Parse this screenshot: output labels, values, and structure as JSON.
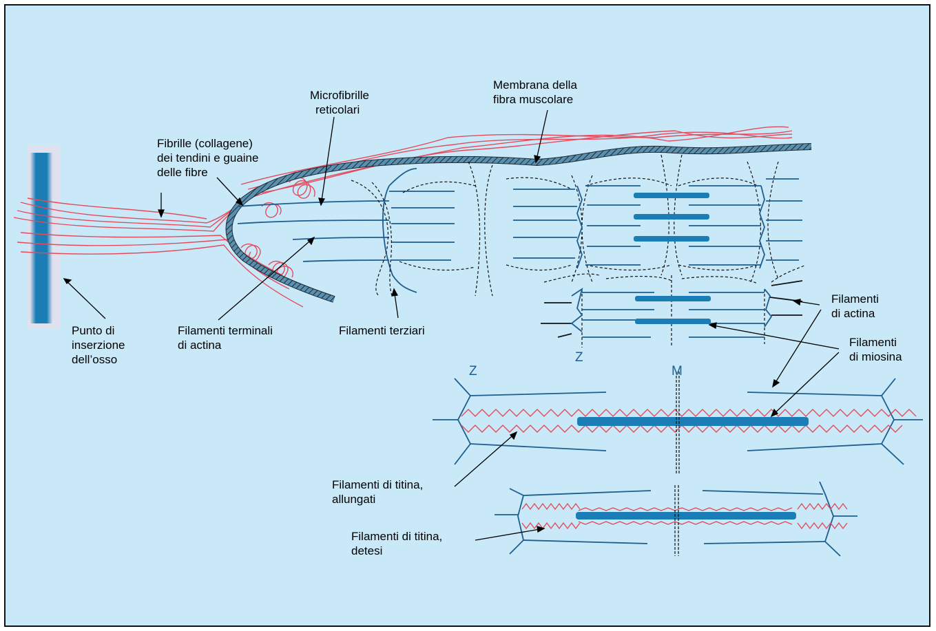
{
  "colors": {
    "background": "#c9e9f8",
    "collagen": "#e34b5d",
    "actin": "#1d5d8f",
    "myosin": "#1a7db6",
    "bone": "#1a7db6"
  },
  "labels": {
    "bone_insertion": [
      "Punto di",
      "inserzione",
      "dell’osso"
    ],
    "collagen_fibrils": [
      "Fibrille (collagene)",
      "dei tendini e guaine",
      "delle fibre"
    ],
    "reticular_microfibrils": [
      "Microfibrille",
      "reticolari"
    ],
    "muscle_membrane": [
      "Membrana della",
      "fibra muscolare"
    ],
    "terminal_actin": [
      "Filamenti terminali",
      "di actina"
    ],
    "tertiary_filaments": [
      "Filamenti terziari"
    ],
    "actin_filaments": [
      "Filamenti",
      "di actina"
    ],
    "myosin_filaments": [
      "Filamenti",
      "di miosina"
    ],
    "titin_stretched": [
      "Filamenti di titina,",
      "allungati"
    ],
    "titin_relaxed": [
      "Filamenti di titina,",
      "detesi"
    ],
    "z_line_upper": "Z",
    "z_line_lower": "Z",
    "m_line": "M"
  }
}
